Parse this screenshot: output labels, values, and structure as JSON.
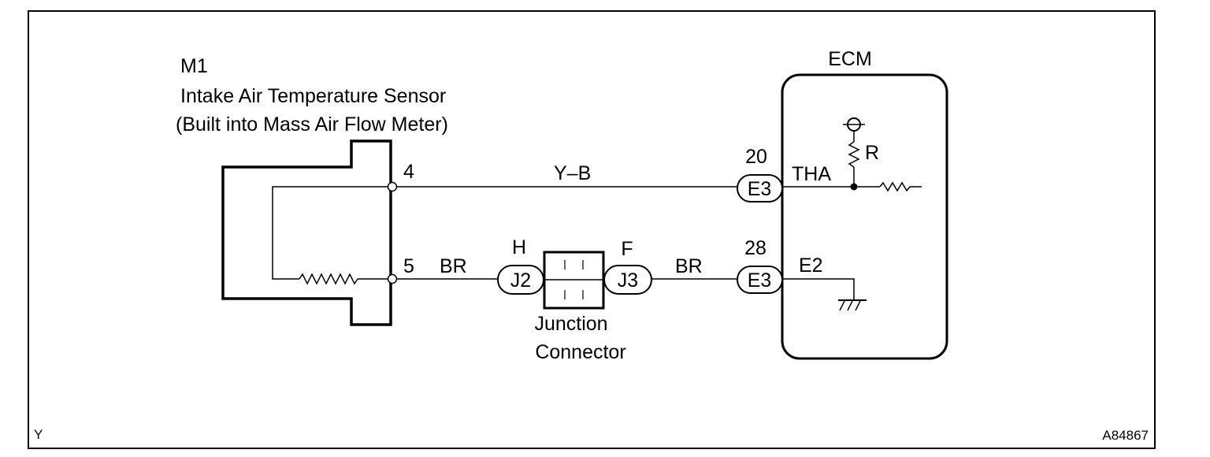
{
  "sensor": {
    "code": "M1",
    "name": "Intake Air Temperature Sensor",
    "note": "(Built into Mass Air Flow Meter)"
  },
  "ecm": {
    "title": "ECM",
    "thermistor_label": "R"
  },
  "wires": {
    "signal": {
      "sensor_pin": "4",
      "color": "Y–B",
      "ecm_pin": "20",
      "ecm_connector": "E3",
      "ecm_terminal": "THA"
    },
    "ground": {
      "sensor_pin": "5",
      "color_left": "BR",
      "jc_left_pin": "H",
      "jc_left_connector": "J2",
      "jc_right_pin": "F",
      "jc_right_connector": "J3",
      "color_right": "BR",
      "ecm_pin": "28",
      "ecm_connector": "E3",
      "ecm_terminal": "E2"
    }
  },
  "junction": {
    "line1": "Junction",
    "line2": "Connector"
  },
  "corner_left": "Y",
  "figure_id": "A84867"
}
